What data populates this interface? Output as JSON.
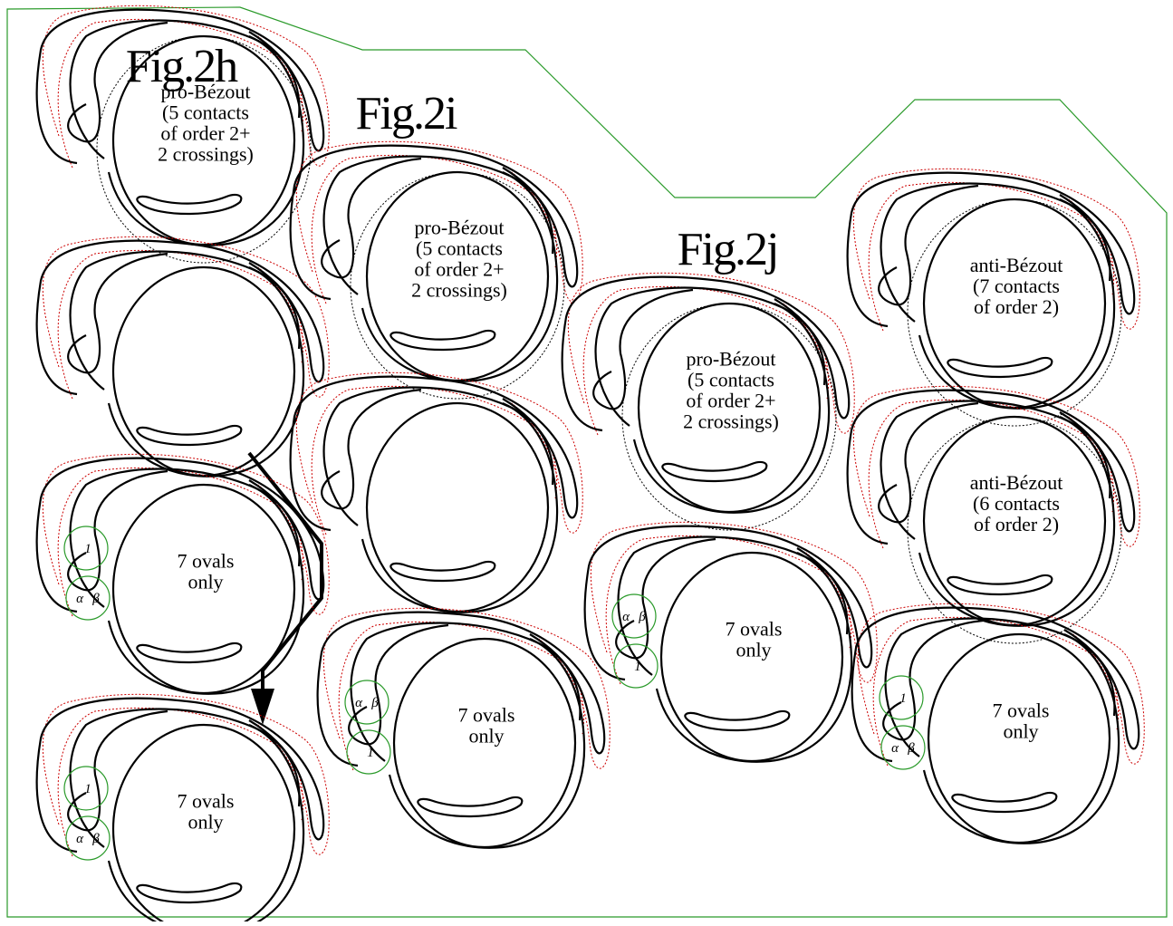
{
  "figures": {
    "h": {
      "title": "Fig.2h"
    },
    "i": {
      "title": "Fig.2i"
    },
    "j": {
      "title": "Fig.2j"
    }
  },
  "panels": [
    {
      "id": "h1",
      "lines": [
        "pro-Bézout",
        "(5 contacts",
        "of order 2+",
        "2 crossings)"
      ],
      "markers": []
    },
    {
      "id": "h2",
      "lines": [],
      "markers": []
    },
    {
      "id": "h3",
      "lines": [
        "7 ovals",
        "only"
      ],
      "markers": [
        "1",
        "α",
        "β"
      ]
    },
    {
      "id": "h4",
      "lines": [
        "7 ovals",
        "only"
      ],
      "markers": [
        "1",
        "α",
        "β"
      ]
    },
    {
      "id": "i1",
      "lines": [
        "pro-Bézout",
        "(5 contacts",
        "of order 2+",
        "2 crossings)"
      ],
      "markers": []
    },
    {
      "id": "i2",
      "lines": [],
      "markers": []
    },
    {
      "id": "i3",
      "lines": [
        "7 ovals",
        "only"
      ],
      "markers": [
        "α",
        "β",
        "1"
      ]
    },
    {
      "id": "j1",
      "lines": [
        "pro-Bézout",
        "(5 contacts",
        "of order 2+",
        "2 crossings)"
      ],
      "markers": []
    },
    {
      "id": "j2",
      "lines": [
        "7 ovals",
        "only"
      ],
      "markers": [
        "α",
        "β",
        "1"
      ]
    },
    {
      "id": "k1",
      "lines": [
        "anti-Bézout",
        "(7 contacts",
        "of order 2)"
      ],
      "markers": []
    },
    {
      "id": "k2",
      "lines": [
        "anti-Bézout",
        "(6 contacts",
        "of order 2)"
      ],
      "markers": []
    },
    {
      "id": "k3",
      "lines": [
        "7 ovals",
        "only"
      ],
      "markers": [
        "1",
        "α",
        "β"
      ]
    }
  ],
  "colors": {
    "frame": "#2a9a2a",
    "dotted_red": "#cc0000",
    "curve": "#000000"
  }
}
